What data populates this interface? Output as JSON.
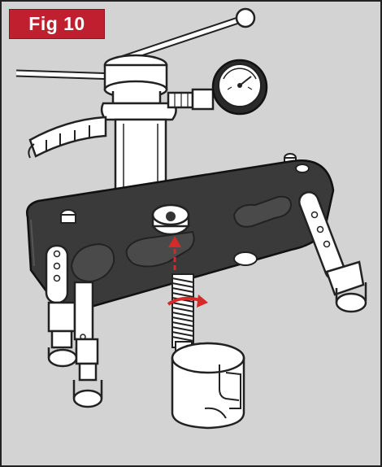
{
  "figure": {
    "label": "Fig 10",
    "accent_color": "#c01f2f",
    "background_color": "#d3d3d3",
    "frame_color": "#222222",
    "arrow_color": "#d42a2a"
  },
  "illustration": {
    "parts": [
      "cross-handle",
      "pressure-gauge",
      "pump-cylinder",
      "base-plate",
      "threaded-rod",
      "adapter-knob",
      "adjustable-legs"
    ]
  }
}
